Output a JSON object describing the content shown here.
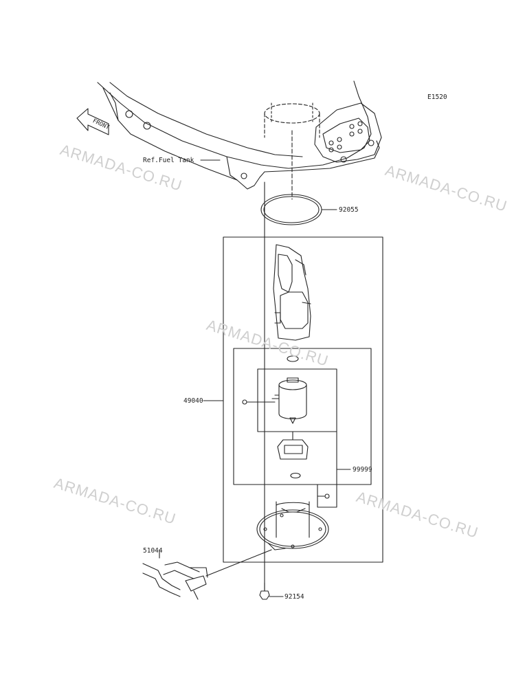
{
  "diagram_code": "E1520",
  "front_label": "FRONT",
  "ref_label": "Ref.Fuel Tank",
  "parts": {
    "gasket": "92055",
    "pump_assy": "49040",
    "kit": "99999",
    "hose": "51044",
    "bolt": "92154"
  },
  "watermark": "ARMADA-CO.RU"
}
